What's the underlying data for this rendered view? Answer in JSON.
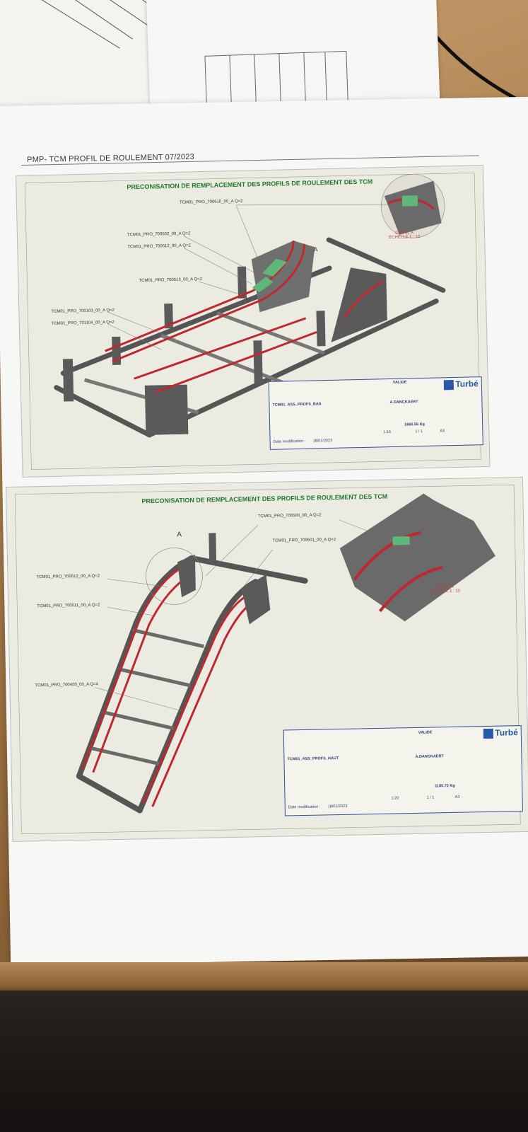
{
  "header": {
    "title": "PMP- TCM PROFIL DE ROULEMENT 07/2023"
  },
  "drawing1": {
    "title": "PRECONISATION DE REMPLACEMENT DES PROFILS DE ROULEMENT DES TCM",
    "parts": [
      "TCM01_PRO_700610_00_A Q=2",
      "TCM01_PRO_700502_00_A Q=2",
      "TCM01_PRO_700512_00_A Q=2",
      "TCM01_PRO_700513_00_A Q=2",
      "TCM01_PRO_700103_00_A Q=2",
      "TCM01_PRO_701104_00_A Q=2"
    ],
    "detail_marker": "A",
    "detail_label": "DETAIL A",
    "detail_scale": "ECHELLE 1 : 10",
    "titleblock": {
      "status": "VALIDE",
      "part_name": "TCM01_ASS_PROFS_BAS",
      "author": "A.DANCKAERT",
      "weight": "1665.56 Kg",
      "scale": "1:15",
      "sheet": "1 / 1",
      "format": "A3",
      "date_label": "Date modification :",
      "date": "18/01/2023",
      "brand": "Turbé"
    }
  },
  "drawing2": {
    "title": "PRECONISATION DE REMPLACEMENT DES PROFILS DE ROULEMENT DES TCM",
    "parts": [
      "TCM01_PRO_700500_00_A Q=2",
      "TCM01_PRO_700501_00_A Q=2",
      "TCM01_PRO_700512_00_A Q=2",
      "TCM01_PRO_700511_00_A Q=2",
      "TCM01_PRO_700400_00_A Q=4"
    ],
    "detail_marker": "A",
    "detail_label": "DETAIL A",
    "detail_scale": "ECHELLE 1 : 10",
    "titleblock": {
      "status": "VALIDE",
      "part_name": "TCM01_ASS_PROFS_HAUT",
      "author": "A.DANCKAERT",
      "weight": "1185.72 Kg",
      "scale": "1:20",
      "sheet": "1 / 1",
      "format": "A3",
      "date_label": "Date modification :",
      "date": "18/01/2023",
      "brand": "Turbé"
    }
  },
  "colors": {
    "title_green": "#1f7a2a",
    "profile_red": "#c0282f",
    "brand_blue": "#2a58a8"
  }
}
